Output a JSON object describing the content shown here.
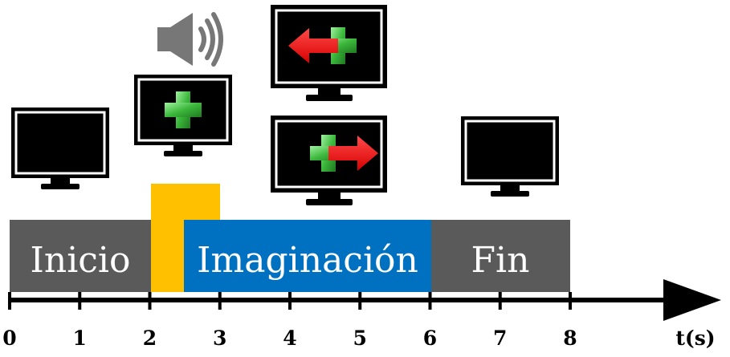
{
  "timeline": {
    "axis_label": "t(s)",
    "ticks": [
      "0",
      "1",
      "2",
      "3",
      "4",
      "5",
      "6",
      "7",
      "8"
    ]
  },
  "segments": {
    "inicio": "Inicio",
    "imaginacion": "Imaginación",
    "fin": "Fin"
  },
  "colors": {
    "rest_gray": "#5a5a5a",
    "imagination_blue": "#0070c0",
    "cue_yellow": "#ffc000",
    "arrow_red": "#ff0000",
    "cross_green": "#3cb83c"
  },
  "icons": {
    "speaker": "speaker-icon",
    "monitor_blank": "monitor-icon",
    "monitor_cross": "fixation-cross-icon",
    "arrow_left": "arrow-left-icon",
    "arrow_right": "arrow-right-icon"
  }
}
